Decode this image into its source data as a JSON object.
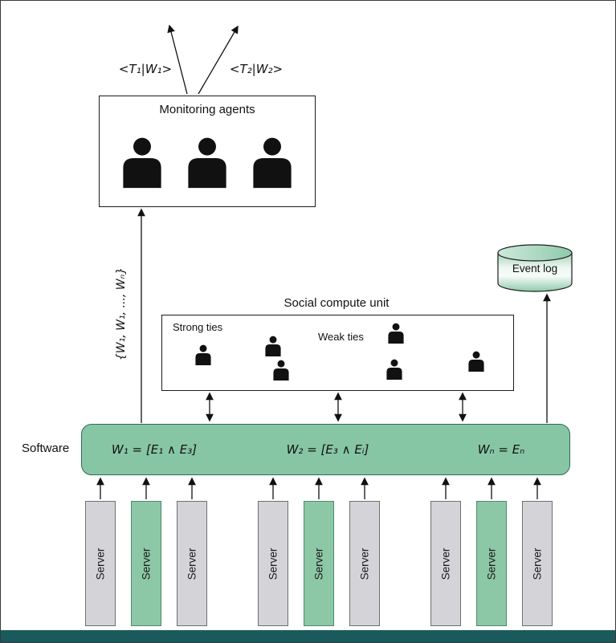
{
  "colors": {
    "accent_green": "#8cc7a6",
    "software_bar_green": "#87c6a4",
    "server_gray": "#d4d4d8",
    "footer_teal": "#1a5a5c",
    "ink": "#111111"
  },
  "top_arrows": {
    "left_label": "<T₁|W₁>",
    "right_label": "<T₂|W₂>"
  },
  "monitoring_box": {
    "title": "Monitoring agents"
  },
  "flow_arrow_label": "{W₁, W₁, ..., Wₙ}",
  "event_log": {
    "label": "Event log"
  },
  "social_compute_unit": {
    "title": "Social compute unit",
    "strong_ties_label": "Strong ties",
    "weak_ties_label": "Weak ties"
  },
  "software_bar": {
    "label": "Software",
    "formulas": [
      "W₁ = [E₁ ∧ E₃]",
      "W₂ = [E₃ ∧ Eᵢ]",
      "Wₙ = Eₙ"
    ]
  },
  "servers": {
    "label": "Server"
  }
}
